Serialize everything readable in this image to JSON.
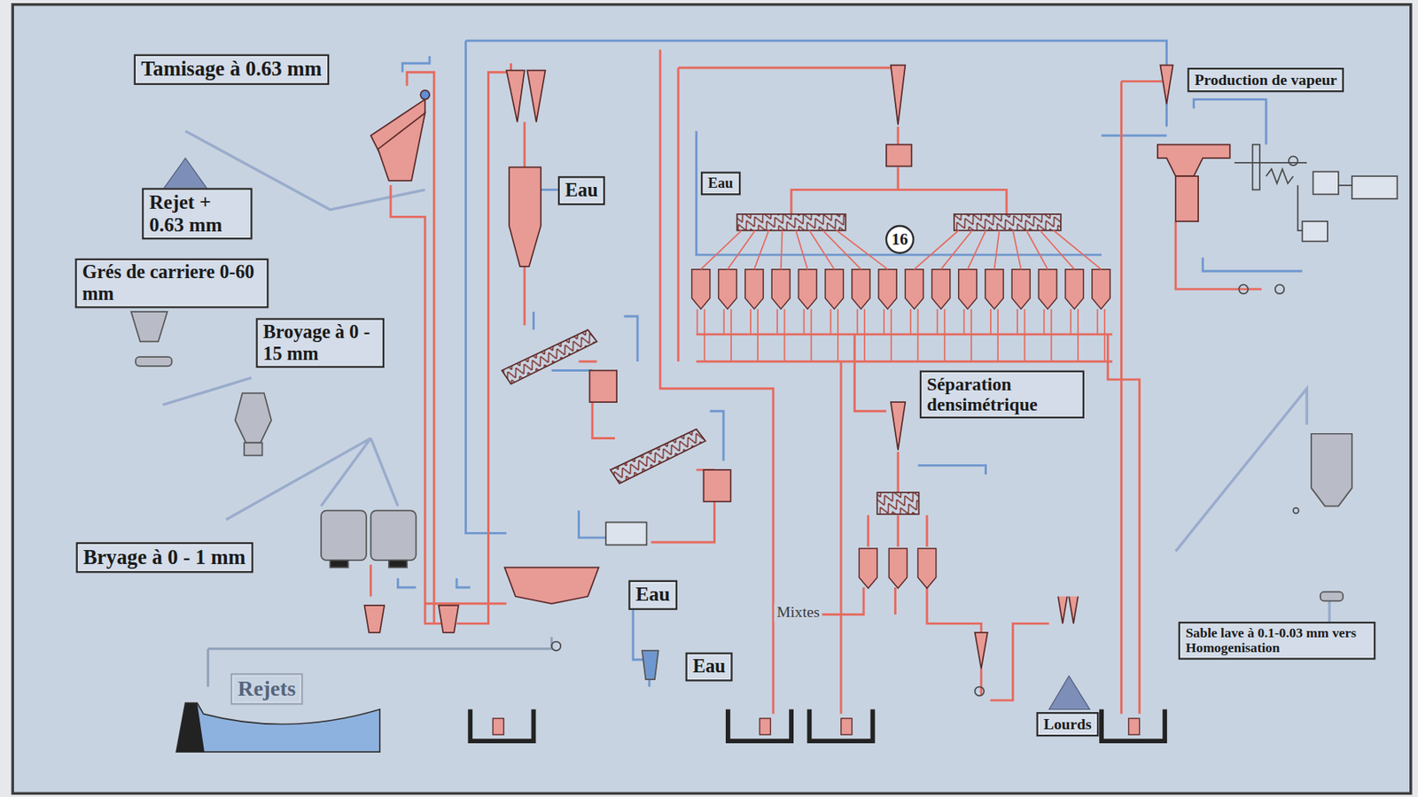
{
  "diagram": {
    "nodes": [
      {
        "text": [
          "Tamisage à 0.63 mm"
        ]
      },
      {
        "text": [
          "Rejet + 0.63 mm"
        ]
      },
      {
        "text": [
          "Grés de carriere 0-60 mm"
        ]
      },
      {
        "text": [
          "Broyage à 0 - 15 mm"
        ]
      },
      {
        "text": [
          "Bryage à 0 - 1 mm"
        ]
      },
      {
        "text": [
          "Eau"
        ]
      },
      {
        "text": [
          "Eau"
        ]
      },
      {
        "text": [
          "16"
        ]
      },
      {
        "text": [
          "Production de vapeur"
        ]
      },
      {
        "text": [
          "Séparation densimétrique"
        ]
      },
      {
        "text": [
          "Eau"
        ]
      },
      {
        "text": [
          "Eau"
        ]
      },
      {
        "text": [
          "Rejets"
        ]
      },
      {
        "text": [
          "Lourds"
        ]
      },
      {
        "text": [
          "Sable lave à 0.1-0.03 mm vers Homogenisation"
        ]
      }
    ],
    "labels": [
      "Mixtes"
    ]
  }
}
